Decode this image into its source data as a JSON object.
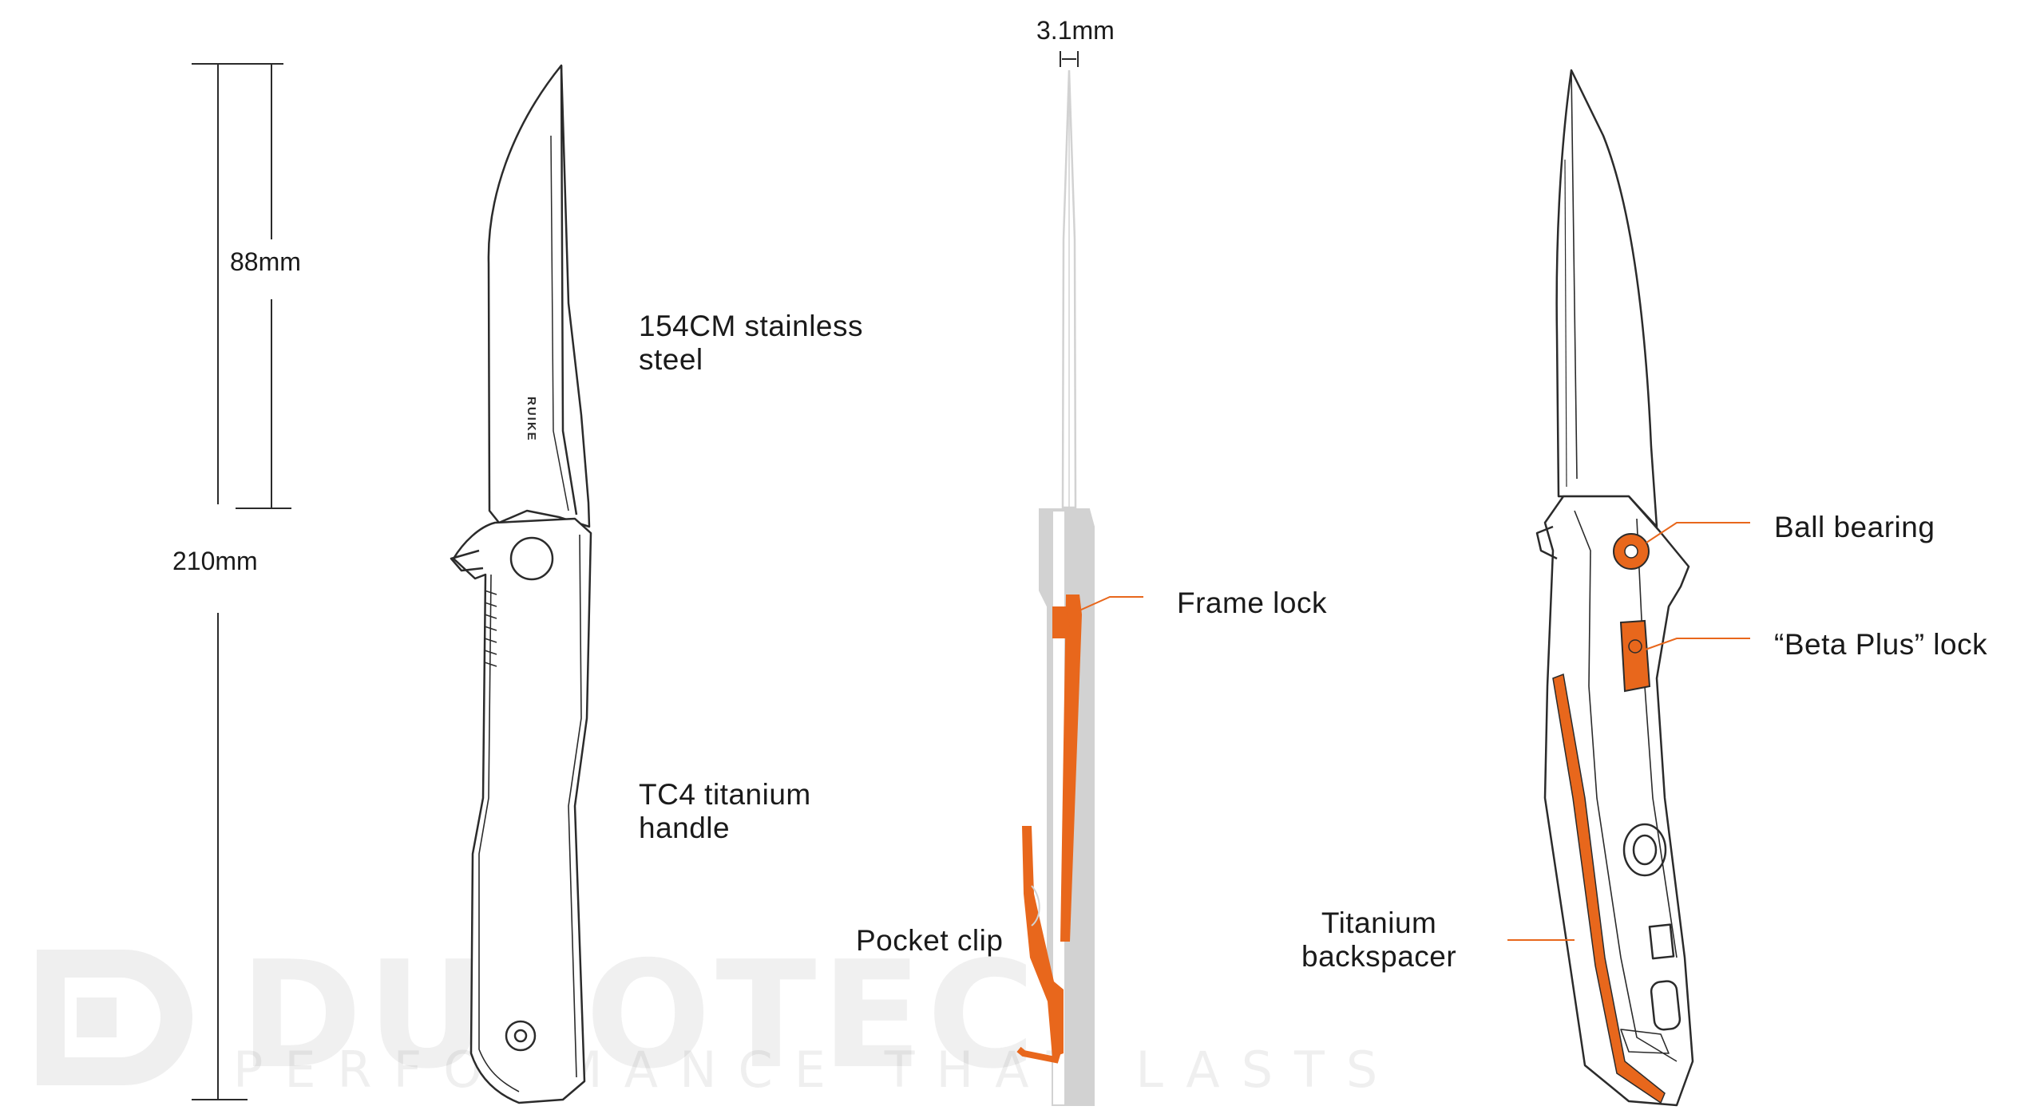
{
  "colors": {
    "accent_orange": "#e8671c",
    "outline": "#2b2b2b",
    "ghost_gray": "#d2d2d2",
    "leader_line": "#e8671c"
  },
  "dimensions": {
    "blade_length": "88mm",
    "overall_length": "210mm",
    "blade_thickness": "3.1mm"
  },
  "brand_mark": "RUIKE",
  "labels": {
    "blade_material": [
      "154CM stainless",
      "steel"
    ],
    "handle_material": [
      "TC4 titanium",
      "handle"
    ],
    "frame_lock": "Frame lock",
    "pocket_clip": "Pocket clip",
    "ball_bearing": "Ball bearing",
    "beta_lock": "“Beta Plus” lock",
    "backspacer": [
      "Titanium",
      "backspacer"
    ]
  },
  "watermark": {
    "brand": "DULOTEC",
    "tagline": "PERFORMANCE THAT LASTS"
  }
}
